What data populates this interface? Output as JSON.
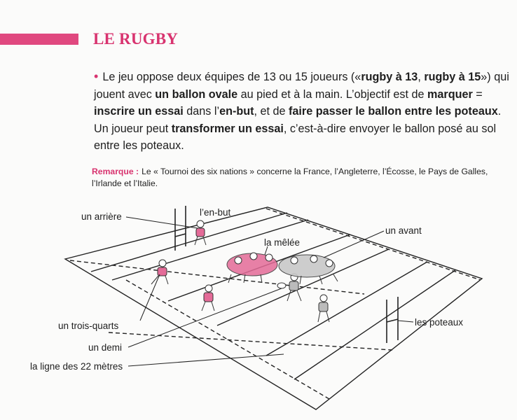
{
  "header": {
    "title": "LE RUGBY"
  },
  "paragraph": {
    "bullet": "•",
    "t1": "Le jeu oppose deux équipes de 13 ou 15 joueurs («",
    "b1": "rugby à 13",
    "t2": ", ",
    "b2": "rugby à 15",
    "t3": "») qui jouent avec ",
    "b3": "un ballon ovale",
    "t4": " au pied et à la main. L’objectif est de ",
    "b4": "marquer",
    "t5": " = ",
    "b5": "inscrire un essai",
    "t6": " dans l’",
    "b6": "en-but",
    "t7": ", et de ",
    "b7": "faire passer le ballon entre les poteaux",
    "t8": ". Un joueur peut ",
    "b8": "transformer un essai",
    "t9": ", c’est-à-dire envoyer le ballon posé au sol entre les poteaux."
  },
  "remark": {
    "label": "Remarque :",
    "text": "Le « Tournoi des six nations » concerne la France, l’Angleterre, l’Écosse, le Pays de Galles, l’Irlande et l’Italie."
  },
  "diagram": {
    "labels": {
      "arriere": "un arrière",
      "en_but": "l’en-but",
      "melee": "la mêlée",
      "avant": "un avant",
      "trois_quarts": "un trois-quarts",
      "demi": "un demi",
      "ligne22": "la ligne des 22 mètres",
      "poteaux": "les poteaux"
    },
    "colors": {
      "accent": "#d8336f",
      "jersey": "#e46b98"
    }
  }
}
